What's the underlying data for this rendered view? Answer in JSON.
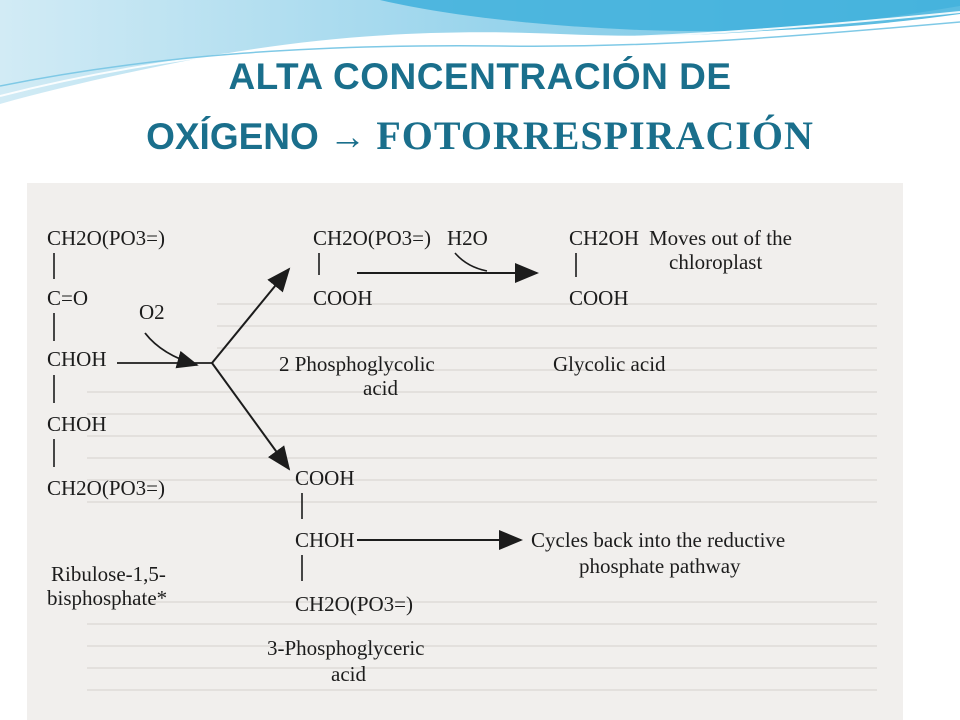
{
  "title": {
    "line1": "ALTA CONCENTRACIÓN DE",
    "line2_part1": "OXÍGENO →",
    "line2_part2": "FOTORRESPIRACIÓN"
  },
  "diagram": {
    "ribulose": {
      "c1": "CH2O(PO3=)",
      "c2": "C=O",
      "c3": "CHOH",
      "c4": "CHOH",
      "c5": "CH2O(PO3=)",
      "name_line1": "Ribulose-1,5-",
      "name_line2": "bisphosphate*"
    },
    "o2": "O2",
    "h2o": "H2O",
    "phosphoglycolic": {
      "c1": "CH2O(PO3=)",
      "c2": "COOH",
      "name_line1": "2 Phosphoglycolic",
      "name_line2": "acid"
    },
    "glycolic": {
      "c1": "CH2OH",
      "c2": "COOH",
      "name": "Glycolic acid"
    },
    "moves_out_line1": "Moves out of the",
    "moves_out_line2": "chloroplast",
    "phosphoglyceric": {
      "c1": "COOH",
      "c2": "CHOH",
      "c3": "CH2O(PO3=)",
      "name_line1": "3-Phosphoglyceric",
      "name_line2": "acid"
    },
    "cycles_line1": "Cycles back into the reductive",
    "cycles_line2": "phosphate pathway"
  }
}
